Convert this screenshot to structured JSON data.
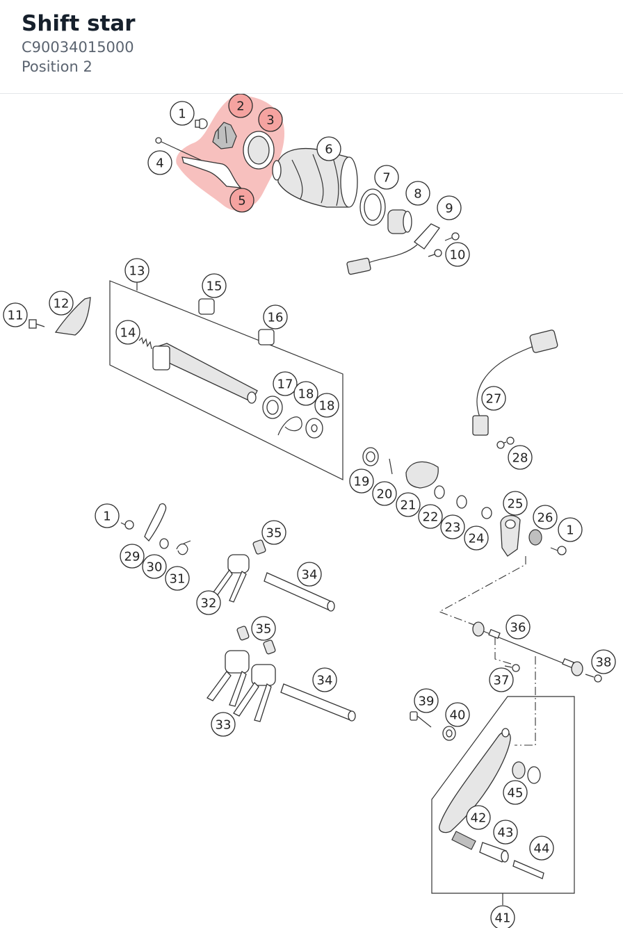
{
  "header": {
    "title": "Shift star",
    "part_number": "C90034015000",
    "position_label": "Position 2"
  },
  "colors": {
    "highlight": "#f08c88",
    "title_text": "#16202c",
    "subtitle_text": "#5b6470"
  },
  "diagram": {
    "highlighted_items": [
      "2",
      "3",
      "5"
    ],
    "callouts": [
      "1",
      "2",
      "3",
      "4",
      "5",
      "6",
      "7",
      "8",
      "9",
      "10",
      "11",
      "12",
      "13",
      "14",
      "15",
      "16",
      "17",
      "18",
      "18",
      "19",
      "20",
      "21",
      "22",
      "23",
      "24",
      "25",
      "26",
      "1",
      "27",
      "28",
      "1",
      "29",
      "30",
      "31",
      "32",
      "35",
      "34",
      "36",
      "35",
      "38",
      "37",
      "34",
      "33",
      "39",
      "40",
      "45",
      "42",
      "43",
      "44",
      "41"
    ]
  }
}
